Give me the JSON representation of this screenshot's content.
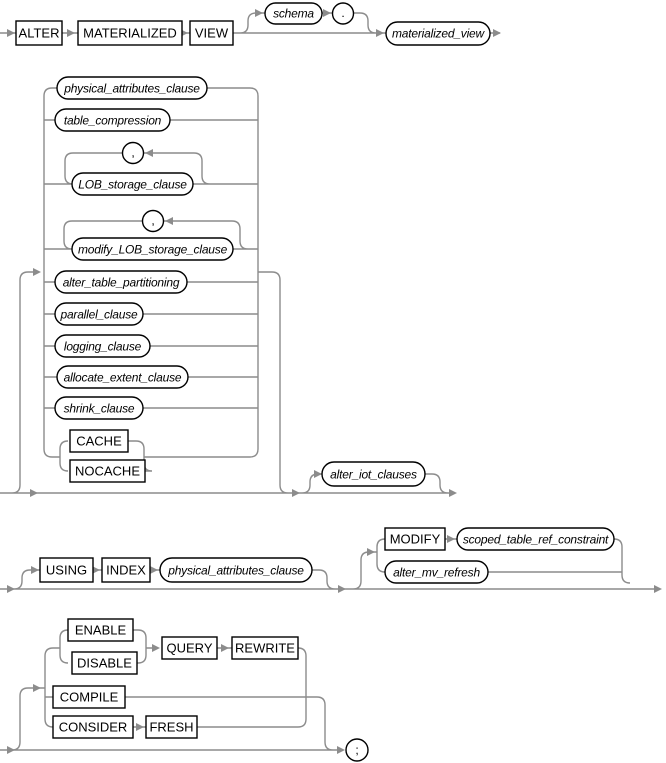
{
  "diagram": {
    "colors": {
      "background": "#ffffff",
      "connector_line": "#8c8c8c",
      "shape_border": "#000000",
      "text": "#000000"
    },
    "nodes": {
      "alter": "ALTER",
      "materialized": "MATERIALIZED",
      "view": "VIEW",
      "schema": "schema",
      "period": ".",
      "materialized_view": "materialized_view",
      "physical_attributes_clause": "physical_attributes_clause",
      "table_compression": "table_compression",
      "comma": ",",
      "lob_storage_clause": "LOB_storage_clause",
      "modify_lob_storage_clause": "modify_LOB_storage_clause",
      "alter_table_partitioning": "alter_table_partitioning",
      "parallel_clause": "parallel_clause",
      "logging_clause": "logging_clause",
      "allocate_extent_clause": "allocate_extent_clause",
      "shrink_clause": "shrink_clause",
      "cache": "CACHE",
      "nocache": "NOCACHE",
      "alter_iot_clauses": "alter_iot_clauses",
      "using": "USING",
      "index": "INDEX",
      "modify": "MODIFY",
      "scoped_table_ref_constraint": "scoped_table_ref_constraint",
      "alter_mv_refresh": "alter_mv_refresh",
      "enable": "ENABLE",
      "disable": "DISABLE",
      "query": "QUERY",
      "rewrite": "REWRITE",
      "compile": "COMPILE",
      "consider": "CONSIDER",
      "fresh": "FRESH",
      "semicolon": ";"
    }
  }
}
